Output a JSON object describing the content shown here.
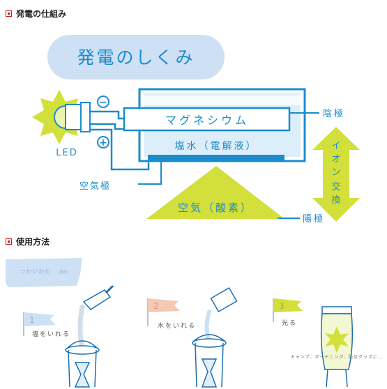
{
  "sections": {
    "mechanism": "発電の仕組み",
    "usage": "使用方法"
  },
  "diagram": {
    "banner": "発電のしくみ",
    "led": "LED",
    "minus": "−",
    "plus": "+",
    "magnesium": "マグネシウム",
    "saltwater": "塩水（電解液）",
    "cathode": "陰極",
    "anode": "陽極",
    "air_electrode": "空気極",
    "ion_exchange": [
      "イ",
      "オ",
      "ン",
      "交",
      "換"
    ],
    "air_oxygen": "空気（酸素）"
  },
  "usage": {
    "banner": "つかいかた",
    "banner_small": "(簡単)",
    "steps": [
      {
        "number": "1",
        "text": "塩をいれる"
      },
      {
        "number": "2",
        "text": "水をいれる"
      },
      {
        "number": "3",
        "text": "光る"
      }
    ],
    "tagline": "キャンプ、ガーデニング、防災グッズに…"
  },
  "colors": {
    "blue_line": "#1a8ccc",
    "pale_blue": "#cde0f4",
    "water": "#dceef9",
    "yellow_green": "#d3df3a",
    "pink": "#f5c9b3",
    "red_mark": "#c8161d"
  }
}
